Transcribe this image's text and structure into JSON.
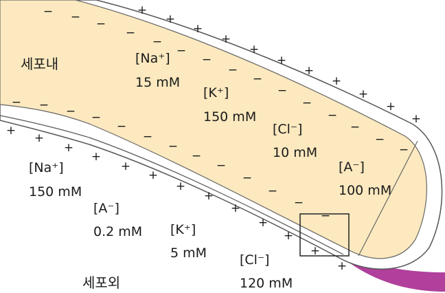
{
  "regions": {
    "intracellular": "세포내",
    "extracellular": "세포외"
  },
  "intracellular_ions": [
    {
      "ion": "[Na⁺]",
      "conc": "15 mM"
    },
    {
      "ion": "[K⁺]",
      "conc": "150 mM"
    },
    {
      "ion": "[Cl⁻]",
      "conc": "10 mM"
    },
    {
      "ion": "[A⁻]",
      "conc": "100 mM"
    }
  ],
  "extracellular_ions": [
    {
      "ion": "[Na⁺]",
      "conc": "150 mM"
    },
    {
      "ion": "[A⁻]",
      "conc": "0.2 mM"
    },
    {
      "ion": "[K⁺]",
      "conc": "5 mM"
    },
    {
      "ion": "[Cl⁻]",
      "conc": "120 mM"
    }
  ],
  "charges": {
    "positive": "+",
    "negative": "−"
  },
  "colors": {
    "cytoplasm": "#fce9bf",
    "membrane": "#555555",
    "axon_tail": "#b0409b"
  }
}
